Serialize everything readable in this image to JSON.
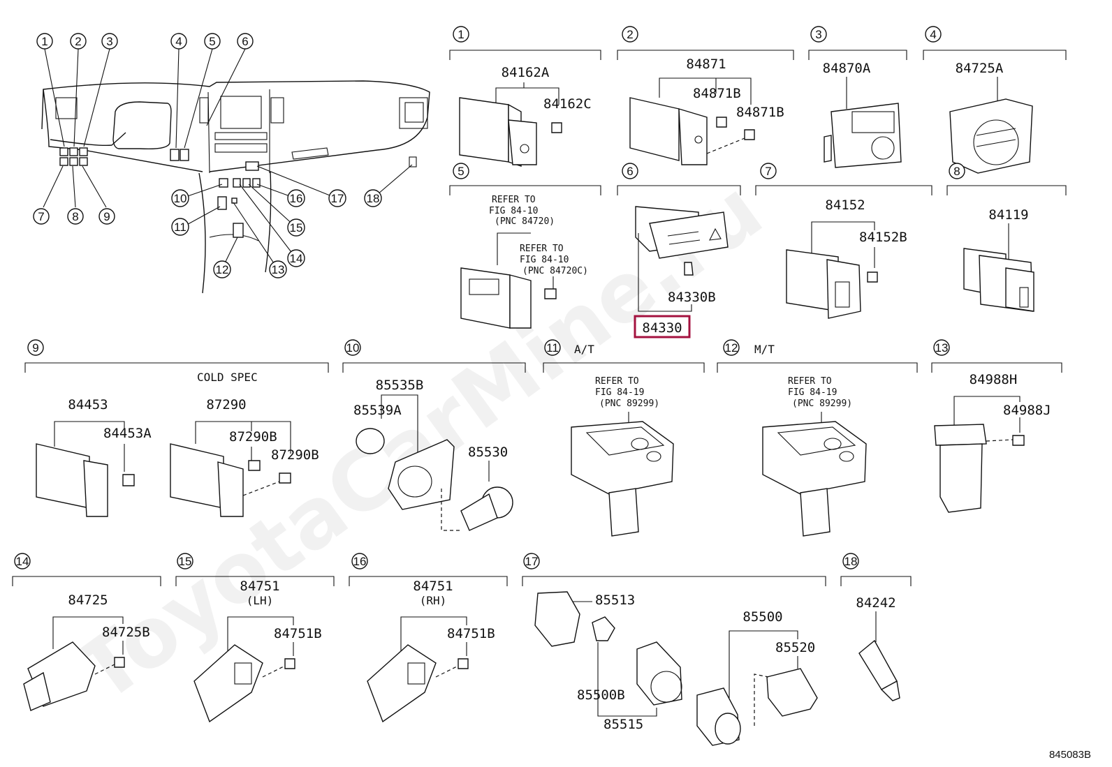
{
  "drawing_code": "845083B",
  "watermark": "ToyotaCarMine.ru",
  "highlighted_part": "84330",
  "overview_callouts": [
    "1",
    "2",
    "3",
    "4",
    "5",
    "6",
    "7",
    "8",
    "9",
    "10",
    "11",
    "12",
    "13",
    "14",
    "15",
    "16",
    "17",
    "18"
  ],
  "sections": [
    {
      "num": "1",
      "parts": [
        "84162A",
        "84162C"
      ]
    },
    {
      "num": "2",
      "parts": [
        "84871",
        "84871B",
        "84871B"
      ]
    },
    {
      "num": "3",
      "parts": [
        "84870A"
      ]
    },
    {
      "num": "4",
      "parts": [
        "84725A"
      ]
    },
    {
      "num": "5",
      "notes": [
        "REFER TO",
        "FIG 84-10",
        "(PNC 84720)",
        "REFER TO",
        "FIG 84-10",
        "(PNC 84720C)"
      ]
    },
    {
      "num": "6",
      "parts": [
        "84330B",
        "84330"
      ]
    },
    {
      "num": "7",
      "parts": [
        "84152",
        "84152B"
      ]
    },
    {
      "num": "8",
      "parts": [
        "84119"
      ]
    },
    {
      "num": "9",
      "caption": "COLD SPEC",
      "parts": [
        "84453",
        "84453A",
        "87290",
        "87290B",
        "87290B"
      ]
    },
    {
      "num": "10",
      "parts": [
        "85535B",
        "85539A",
        "85530"
      ]
    },
    {
      "num": "11",
      "caption": "A/T",
      "notes": [
        "REFER TO",
        "FIG 84-19",
        "(PNC 89299)"
      ]
    },
    {
      "num": "12",
      "caption": "M/T",
      "notes": [
        "REFER TO",
        "FIG 84-19",
        "(PNC 89299)"
      ]
    },
    {
      "num": "13",
      "parts": [
        "84988H",
        "84988J"
      ]
    },
    {
      "num": "14",
      "parts": [
        "84725",
        "84725B"
      ]
    },
    {
      "num": "15",
      "parts": [
        "84751",
        "(LH)",
        "84751B"
      ]
    },
    {
      "num": "16",
      "parts": [
        "84751",
        "(RH)",
        "84751B"
      ]
    },
    {
      "num": "17",
      "parts": [
        "85513",
        "85500B",
        "85515",
        "85500",
        "85520"
      ]
    },
    {
      "num": "18",
      "parts": [
        "84242"
      ]
    }
  ]
}
